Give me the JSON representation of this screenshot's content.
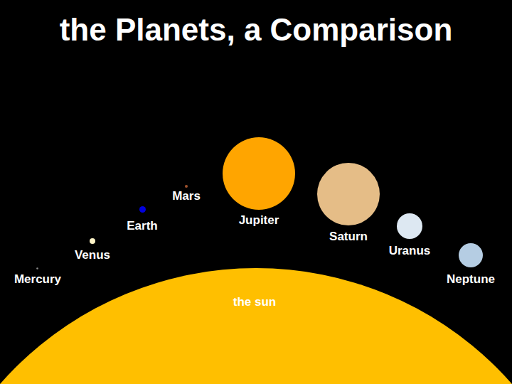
{
  "diagram": {
    "title": "the Planets, a Comparison",
    "nodes": [
      {
        "text": [
          "Mercury"
        ]
      },
      {
        "text": [
          "Venus"
        ]
      },
      {
        "text": [
          "Earth"
        ]
      },
      {
        "text": [
          "Mars"
        ]
      },
      {
        "text": [
          "Jupiter"
        ]
      },
      {
        "text": [
          "Saturn"
        ]
      },
      {
        "text": [
          "Uranus"
        ]
      },
      {
        "text": [
          "Neptune"
        ]
      },
      {
        "text": [
          "the sun"
        ]
      }
    ]
  }
}
